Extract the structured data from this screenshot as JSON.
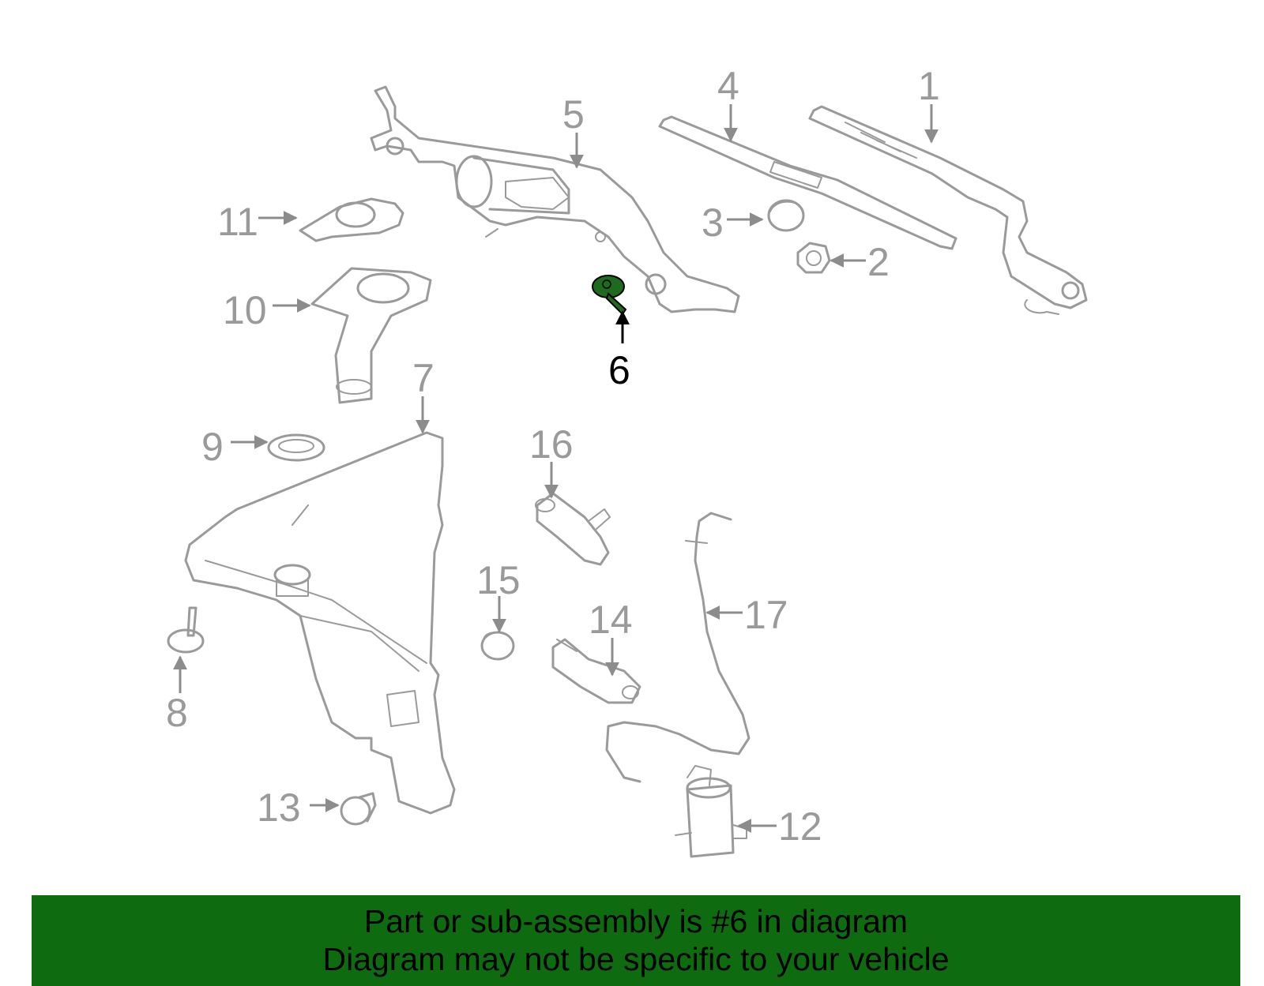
{
  "highlight_color": "#1e6b1e",
  "banner_color": "#0f6b0f",
  "callouts": {
    "c1": "1",
    "c2": "2",
    "c3": "3",
    "c4": "4",
    "c5": "5",
    "c6": "6",
    "c7": "7",
    "c8": "8",
    "c9": "9",
    "c10": "10",
    "c11": "11",
    "c12": "12",
    "c13": "13",
    "c14": "14",
    "c15": "15",
    "c16": "16",
    "c17": "17"
  },
  "banner": {
    "line1": "Part or sub-assembly is #6 in diagram",
    "line2": "Diagram may not be specific to your vehicle"
  }
}
